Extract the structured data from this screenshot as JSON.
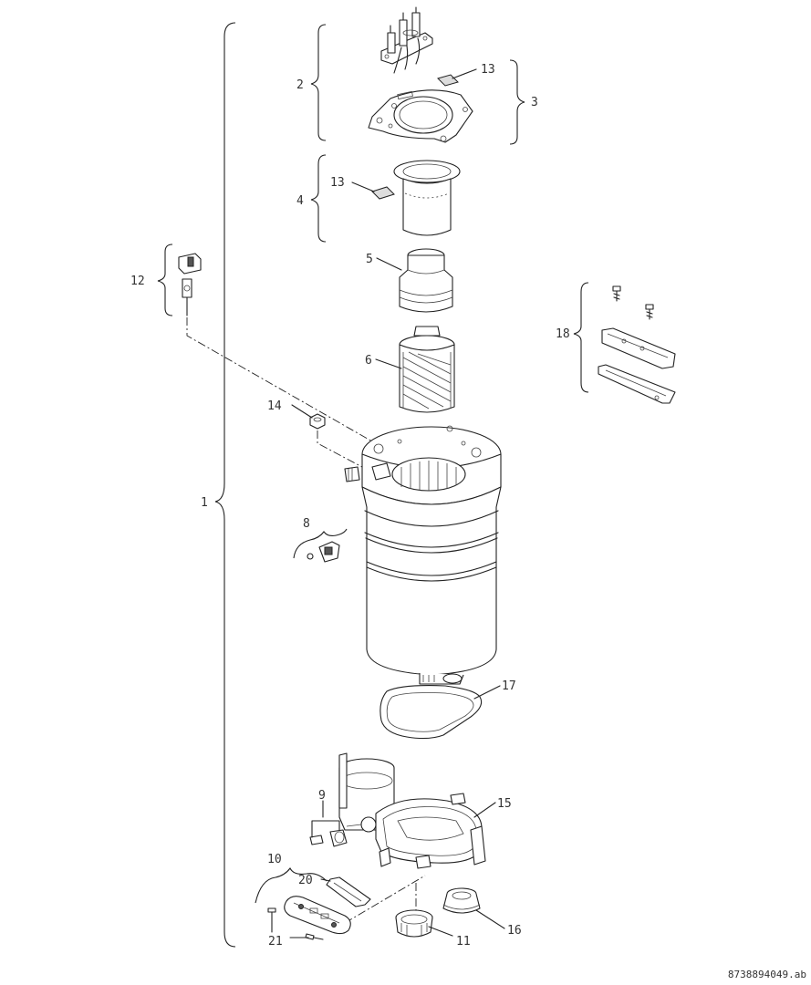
{
  "diagram": {
    "labels": {
      "l1": "1",
      "l2": "2",
      "l3": "3",
      "l4": "4",
      "l5": "5",
      "l6": "6",
      "l8": "8",
      "l9": "9",
      "l10": "10",
      "l11": "11",
      "l12": "12",
      "l13a": "13",
      "l13b": "13",
      "l14": "14",
      "l15": "15",
      "l16": "16",
      "l17": "17",
      "l18": "18",
      "l20": "20",
      "l21": "21"
    },
    "reference": "8738894049.ab"
  }
}
